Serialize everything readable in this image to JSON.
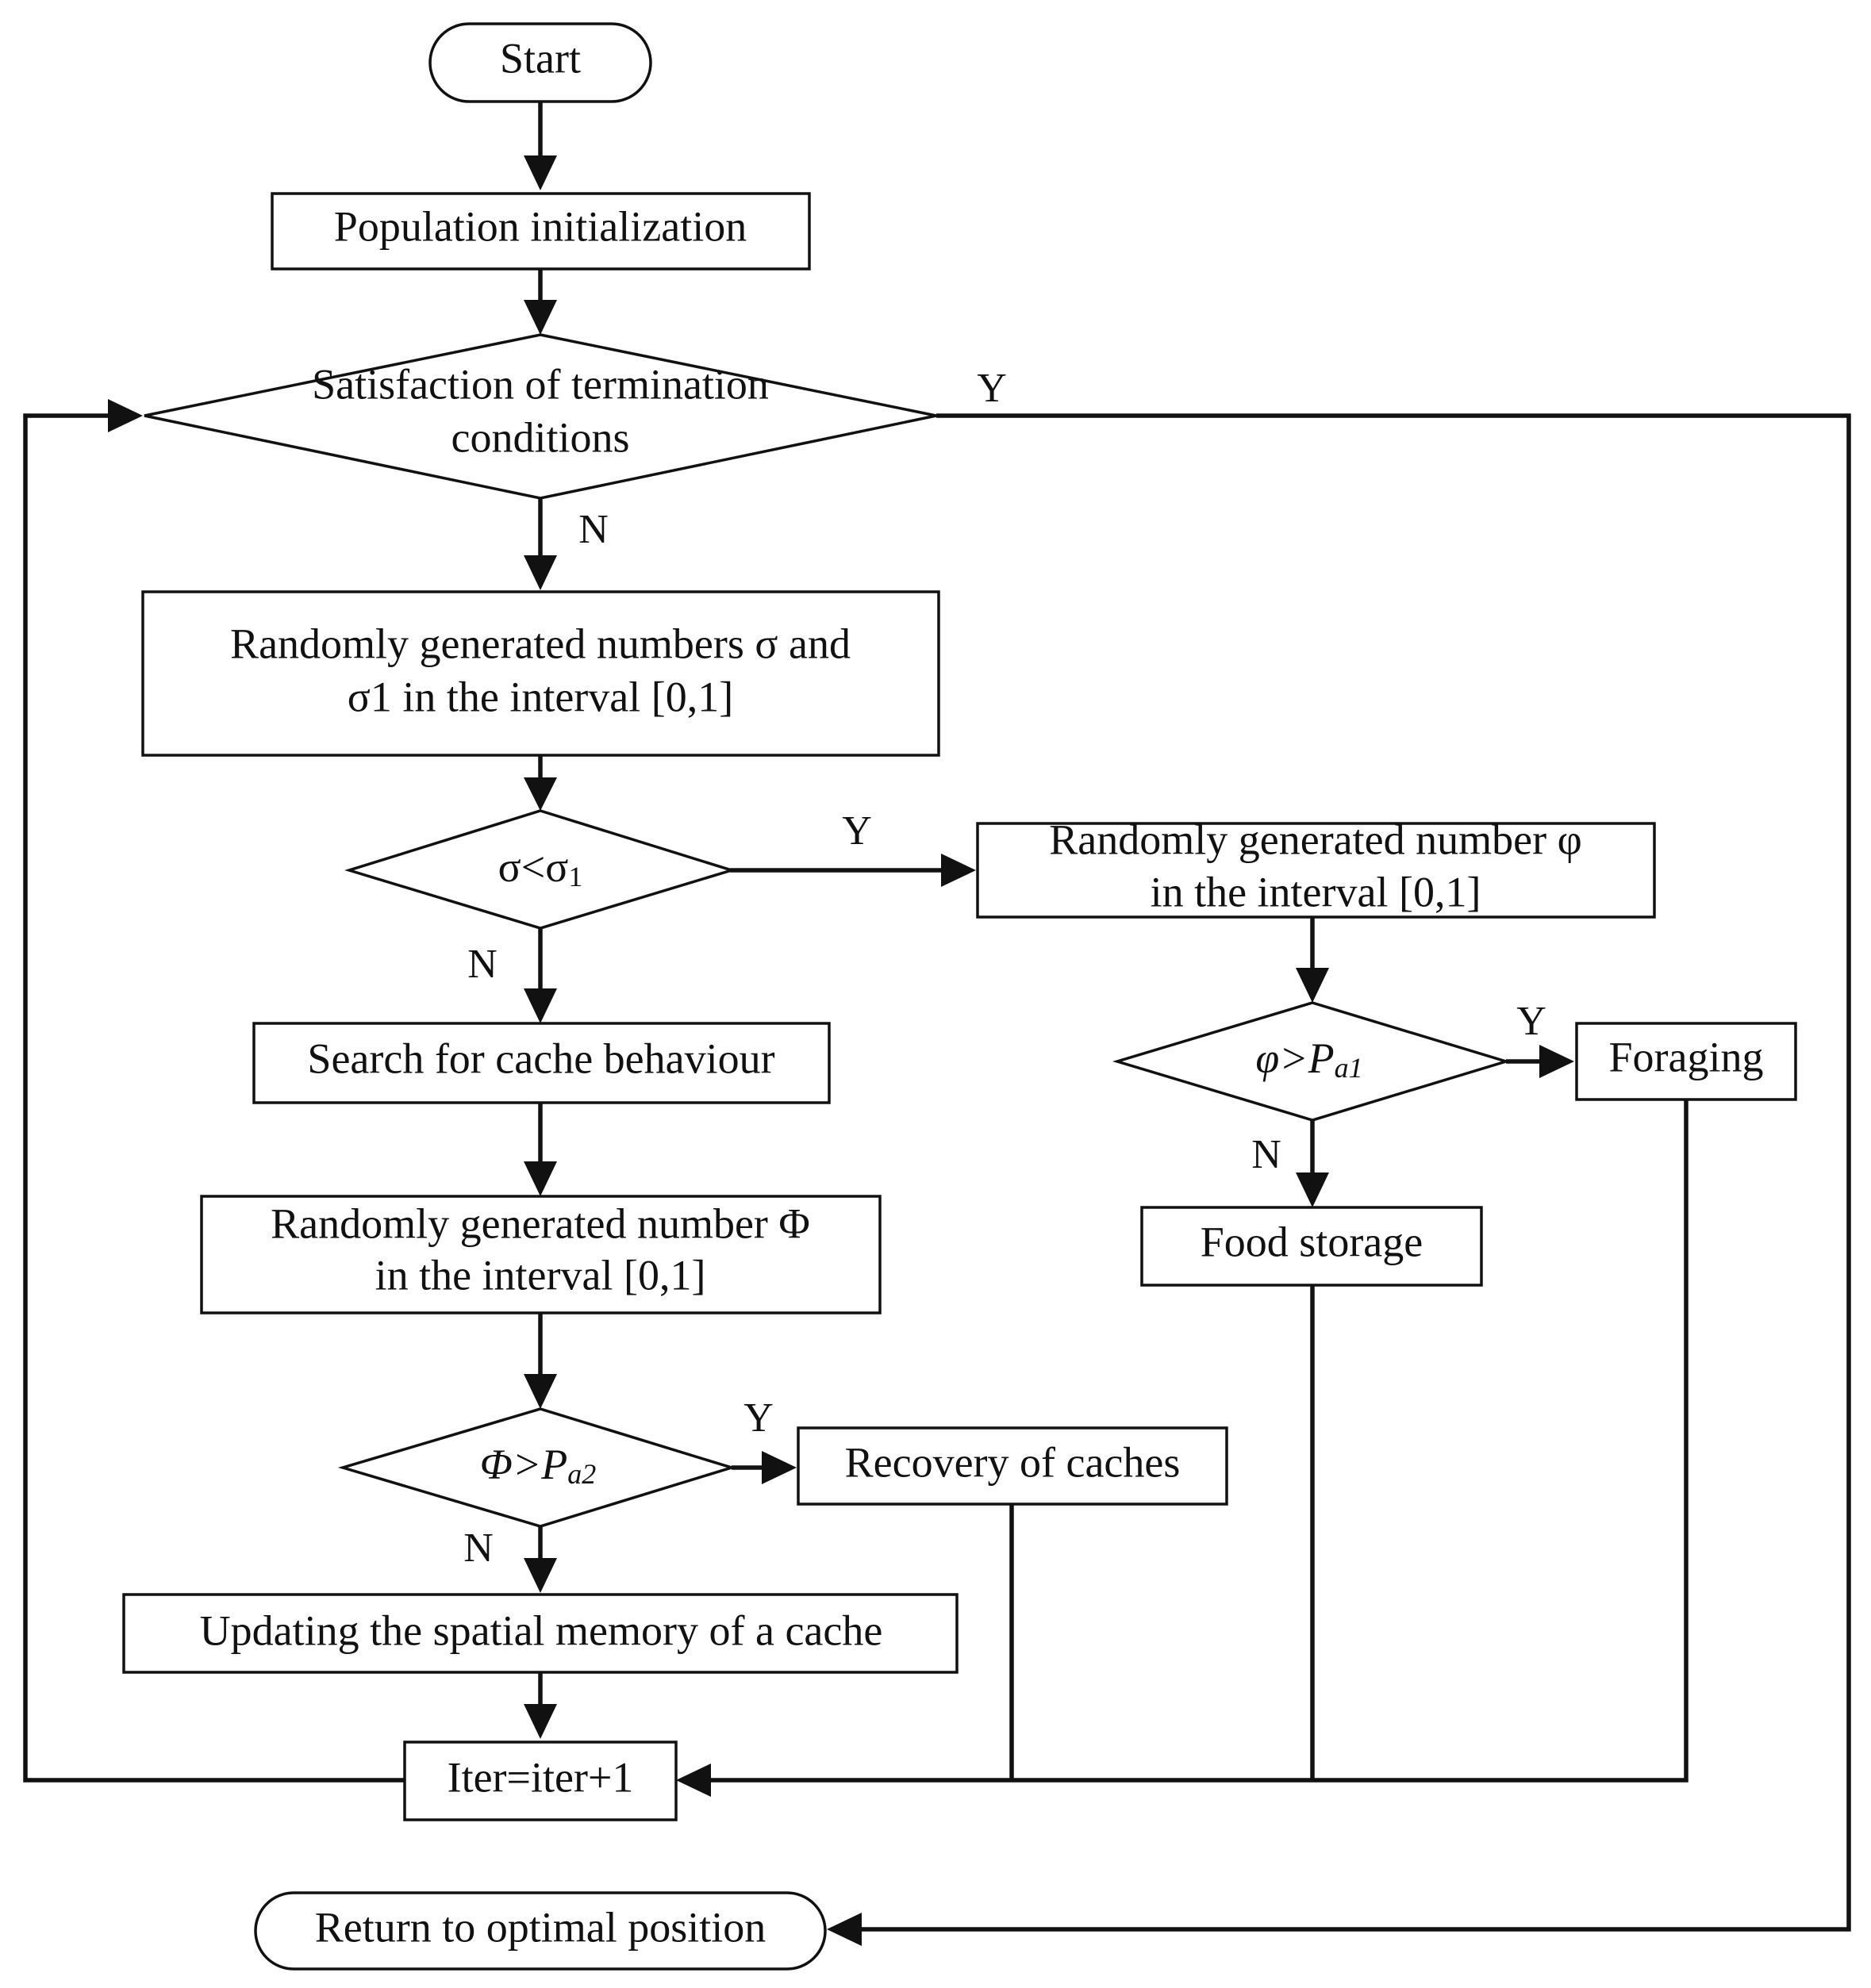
{
  "nodes": {
    "start": {
      "text": "Start"
    },
    "population_init": {
      "text": "Population initialization"
    },
    "termination_check": {
      "line1": "Satisfaction of termination",
      "line2": "conditions"
    },
    "generate_sigma": {
      "line1": "Randomly generated numbers σ and",
      "line2": "σ1 in the interval [0,1]"
    },
    "sigma_check": {
      "main": "σ<σ",
      "sub": "1"
    },
    "generate_phi_lower": {
      "line1": "Randomly generated number φ",
      "line2": "in the interval [0,1]"
    },
    "phi_lower_check": {
      "main": "φ>P",
      "sub": "a1"
    },
    "foraging": {
      "text": "Foraging"
    },
    "food_storage": {
      "text": "Food storage"
    },
    "search_cache": {
      "text": "Search for cache behaviour"
    },
    "generate_phi_upper": {
      "line1": "Randomly generated number Φ",
      "line2": "in the interval [0,1]"
    },
    "phi_upper_check": {
      "main": "Φ>P",
      "sub": "a2"
    },
    "recovery": {
      "text": "Recovery of caches"
    },
    "update_memory": {
      "text": "Updating the spatial memory of a cache"
    },
    "iter_update": {
      "text": "Iter=iter+1"
    },
    "return_optimal": {
      "text": "Return to optimal position"
    }
  },
  "edge_labels": {
    "termination_yes": "Y",
    "termination_no": "N",
    "sigma_yes": "Y",
    "sigma_no": "N",
    "phi_lower_yes": "Y",
    "phi_lower_no": "N",
    "phi_upper_yes": "Y",
    "phi_upper_no": "N"
  }
}
